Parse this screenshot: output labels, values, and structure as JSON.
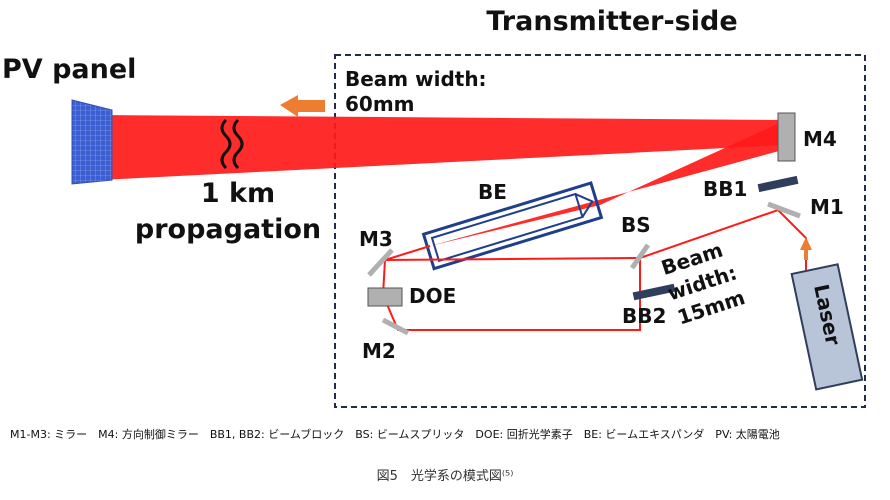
{
  "labels": {
    "transmitter_side": "Transmitter-side",
    "pv_panel": "PV panel",
    "beam_width_1": "Beam width:",
    "beam_width_2": "60mm",
    "km": "1 km",
    "propagation": "propagation",
    "be": "BE",
    "m4": "M4",
    "bb1": "BB1",
    "m1": "M1",
    "bs": "BS",
    "m3": "M3",
    "doe": "DOE",
    "m2": "M2",
    "bb2": "BB2",
    "beam_small_1": "Beam",
    "beam_small_2": "width:",
    "beam_small_3": "15mm",
    "laser": "Laser"
  },
  "legend": "M1-M3: ミラー　M4: 方向制御ミラー　BB1, BB2: ビームブロック　BS: ビームスプリッタ　DOE: 回折光学素子　BE: ビームエキスパンダ　PV: 太陽電池",
  "caption": "図5　光学系の模式図⁽⁵⁾",
  "colors": {
    "beam": "#ff1a1a",
    "be_outline": "#1e3f8a",
    "panel_blue": "#3b5fd0",
    "arrow_orange": "#ed7d31",
    "mirror_gray": "#b0b0b0",
    "block_dark": "#2e3e5c",
    "box_dash": "#1f2d4a"
  }
}
